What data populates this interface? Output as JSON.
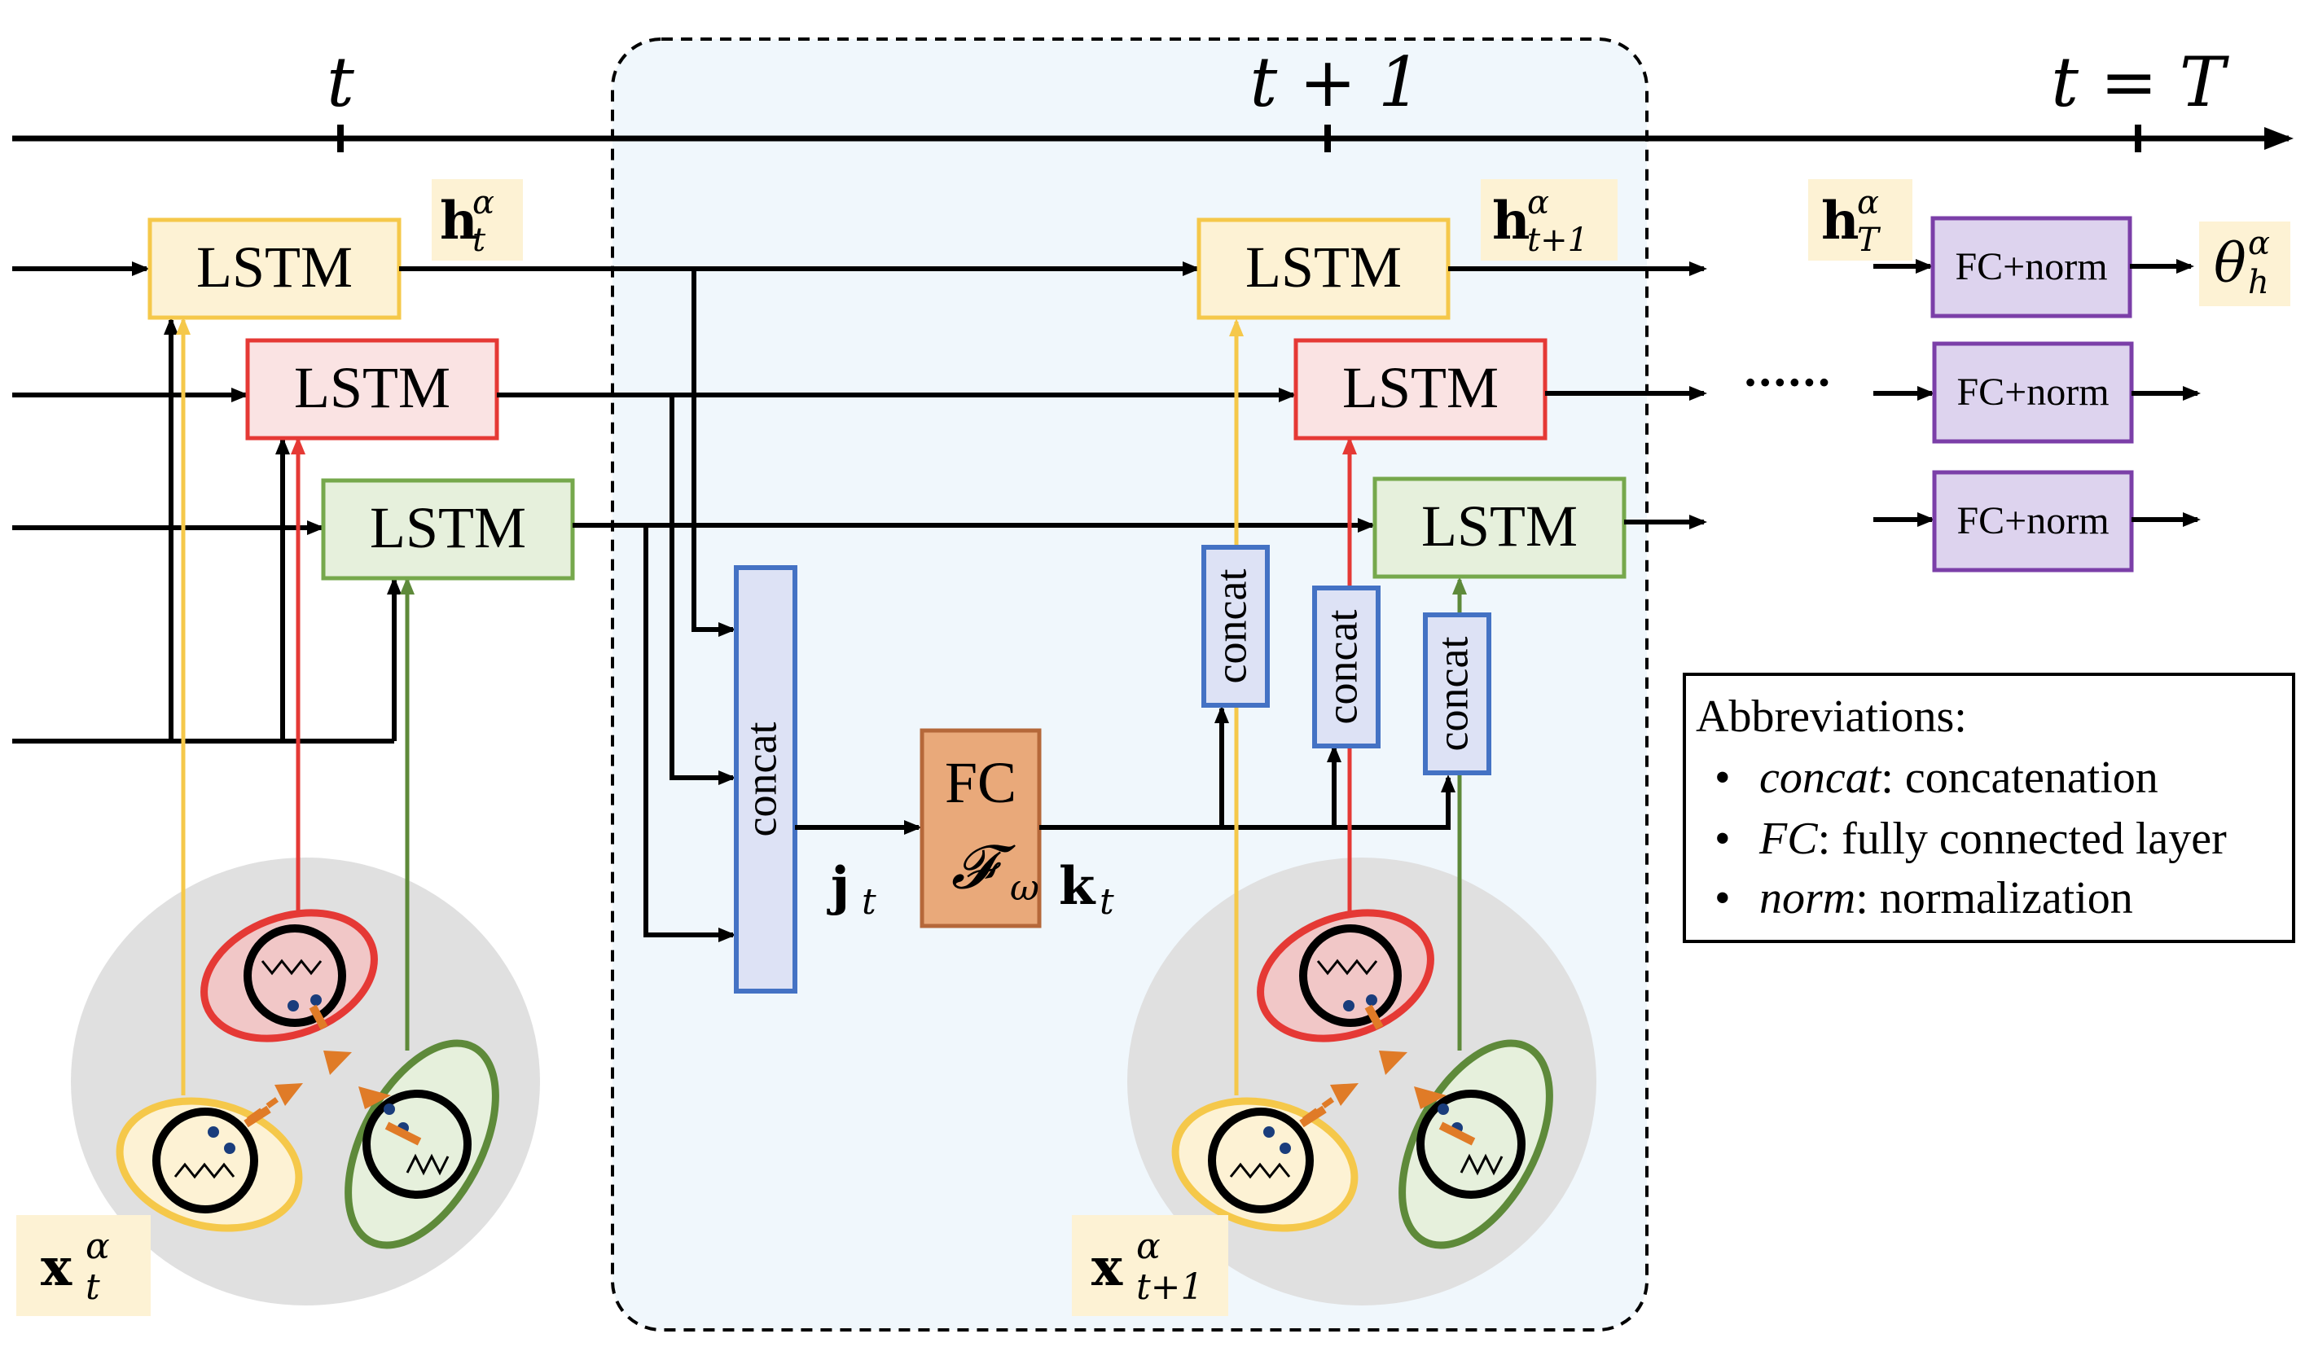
{
  "timeline": {
    "label_t": "t",
    "label_t1": "t + 1",
    "label_T": "t = T"
  },
  "lstm": {
    "label": "LSTM",
    "colors": {
      "yellow_fill": "#fdf2d4",
      "yellow_stroke": "#f5c84a",
      "red_fill": "#fae3e3",
      "red_stroke": "#e53935",
      "green_fill": "#e6f0dc",
      "green_stroke": "#76a84c"
    }
  },
  "fc_norm": {
    "label": "FC+norm",
    "fill": "#ddd3ee",
    "stroke": "#7b3fa8"
  },
  "concat": {
    "label": "concat",
    "fill": "#dde2f5",
    "stroke": "#4472c4"
  },
  "fc_block": {
    "line1": "FC",
    "line2": "𝓕",
    "line2_sub": "ω",
    "fill": "#e9a97a",
    "stroke": "#b5683a"
  },
  "labels": {
    "h_t": "h",
    "h_t_sup": "α",
    "h_t_sub": "t",
    "h_t1": "h",
    "h_t1_sup": "α",
    "h_t1_sub": "t+1",
    "h_T": "h",
    "h_T_sup": "α",
    "h_T_sub": "T",
    "theta": "θ",
    "theta_sup": "α",
    "theta_sub": "h",
    "x_t": "x",
    "x_t_sup": "α",
    "x_t_sub": "t",
    "x_t1": "x",
    "x_t1_sup": "α",
    "x_t1_sub": "t+1",
    "j_t": "j",
    "j_t_sub": "t",
    "k_t": "k",
    "k_t_sub": "t",
    "dots": "······"
  },
  "abbreviations": {
    "title": "Abbreviations:",
    "items": [
      {
        "term": "concat",
        "definition": ": concatenation"
      },
      {
        "term": "FC",
        "definition": ": fully connected layer"
      },
      {
        "term": "norm",
        "definition": ": normalization"
      }
    ]
  },
  "colors": {
    "label_bg": "#fdf2d4",
    "panel_bg": "#f0f7fc",
    "group_bg": "#e0e0e0",
    "arrow_orange": "#e07b27",
    "yellow_line": "#f5c84a",
    "red_line": "#e53935",
    "green_line": "#5e8a3a"
  }
}
